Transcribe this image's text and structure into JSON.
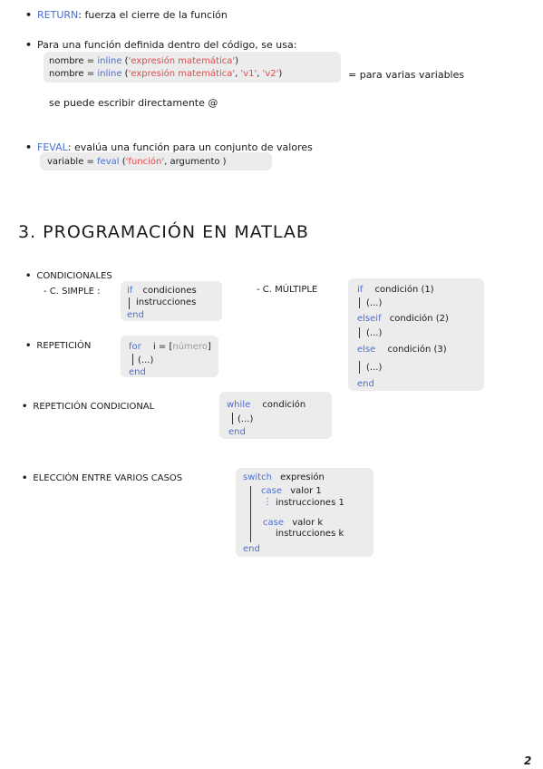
{
  "return_line": {
    "bullet": "•",
    "keyword": "RETURN",
    "text": ": fuerza el cierre de la función"
  },
  "inline_section": {
    "bullet": "•",
    "intro": "Para una función definida dentro del código, se usa:",
    "line1": {
      "prefix": "nombre = ",
      "keyword": "inline",
      "open": " (",
      "arg": "'expresión matemática'",
      "close": ")"
    },
    "line2": {
      "prefix": "nombre = ",
      "keyword": "inline",
      "open": " (",
      "arg": "'expresión matemática'",
      "sep1": ", ",
      "v1": "'v1'",
      "sep2": ", ",
      "v2": "'v2'",
      "close": ")"
    },
    "note": "= para varias variables",
    "direct": "se puede escribir directamente @"
  },
  "feval_section": {
    "bullet": "•",
    "keyword": "FEVAL",
    "text": ": evalúa una función para un conjunto de valores",
    "code_prefix": "variable = ",
    "code_keyword": "feval",
    "code_open": " (",
    "code_arg": "'función'",
    "code_rest": ", argumento )"
  },
  "heading": "3. PROGRAMACIÓN EN MATLAB",
  "condicionales": {
    "bullet": "•",
    "label": "CONDICIONALES",
    "simple_label": "- C. SIMPLE :",
    "simple_code": {
      "kw_if": "if",
      "cond": "condiciones",
      "body": "instrucciones",
      "kw_end": "end"
    },
    "multiple_label": "- C. MÚLTIPLE",
    "multiple_code": {
      "kw_if": "if",
      "cond1": "condición (1)",
      "dots1": "(...)",
      "kw_elseif": "elseif",
      "cond2": "condición (2)",
      "dots2": "(...)",
      "kw_else": "else",
      "cond3": "condición (3)",
      "dots3": "(...)",
      "kw_end": "end"
    }
  },
  "repeticion": {
    "bullet": "•",
    "label": "REPETICIÓN",
    "code": {
      "kw_for": "for",
      "assign": "i = [",
      "num": "número",
      "close": "]",
      "dots": "(...)",
      "kw_end": "end"
    }
  },
  "repeticion_condicional": {
    "bullet": "•",
    "label": "REPETICIÓN CONDICIONAL",
    "code": {
      "kw_while": "while",
      "cond": "condición",
      "dots": "(...)",
      "kw_end": "end"
    }
  },
  "eleccion": {
    "bullet": "•",
    "label": "ELECCIÓN ENTRE VARIOS CASOS",
    "code": {
      "kw_switch": "switch",
      "expr": "expresión",
      "kw_case1": "case",
      "val1": "valor 1",
      "instr1": "instrucciones 1",
      "kw_case2": "case",
      "val2": "valor k",
      "instr2": "instrucciones k",
      "kw_end": "end"
    }
  },
  "page_number": "2",
  "colors": {
    "keyword_blue": "#4a6fd4",
    "accent_red": "#e24a4a",
    "box_gray": "#ececec"
  }
}
